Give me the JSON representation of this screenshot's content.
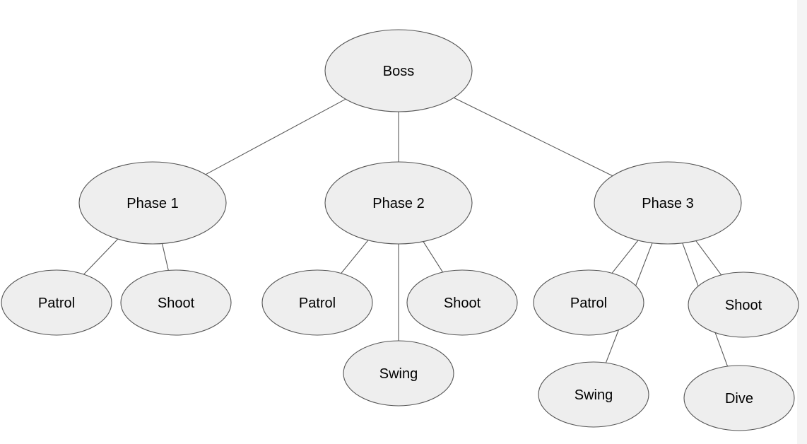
{
  "diagram": {
    "nodes": [
      {
        "id": "boss",
        "label": "Boss"
      },
      {
        "id": "phase1",
        "label": "Phase 1"
      },
      {
        "id": "phase2",
        "label": "Phase 2"
      },
      {
        "id": "phase3",
        "label": "Phase 3"
      },
      {
        "id": "p1-patrol",
        "label": "Patrol"
      },
      {
        "id": "p1-shoot",
        "label": "Shoot"
      },
      {
        "id": "p2-patrol",
        "label": "Patrol"
      },
      {
        "id": "p2-shoot",
        "label": "Shoot"
      },
      {
        "id": "p2-swing",
        "label": "Swing"
      },
      {
        "id": "p3-patrol",
        "label": "Patrol"
      },
      {
        "id": "p3-shoot",
        "label": "Shoot"
      },
      {
        "id": "p3-swing",
        "label": "Swing"
      },
      {
        "id": "p3-dive",
        "label": "Dive"
      }
    ],
    "edges": [
      {
        "from": "boss",
        "to": "phase1"
      },
      {
        "from": "boss",
        "to": "phase2"
      },
      {
        "from": "boss",
        "to": "phase3"
      },
      {
        "from": "phase1",
        "to": "p1-patrol"
      },
      {
        "from": "phase1",
        "to": "p1-shoot"
      },
      {
        "from": "phase2",
        "to": "p2-patrol"
      },
      {
        "from": "phase2",
        "to": "p2-swing"
      },
      {
        "from": "phase2",
        "to": "p2-shoot"
      },
      {
        "from": "phase3",
        "to": "p3-patrol"
      },
      {
        "from": "phase3",
        "to": "p3-swing"
      },
      {
        "from": "phase3",
        "to": "p3-dive"
      },
      {
        "from": "phase3",
        "to": "p3-shoot"
      }
    ]
  }
}
